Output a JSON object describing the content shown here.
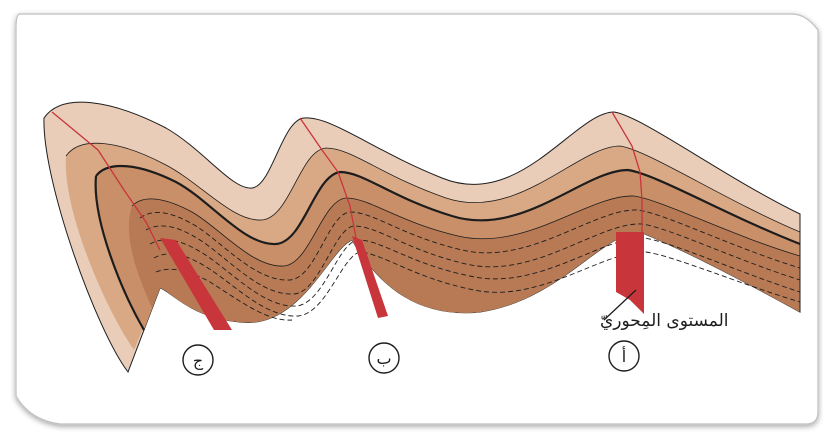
{
  "diagram": {
    "axial_plane_label": "المستوى المِحوريّ",
    "panels": [
      {
        "id": "a",
        "label": "أ"
      },
      {
        "id": "b",
        "label": "ب"
      },
      {
        "id": "c",
        "label": "ج"
      }
    ]
  },
  "colors": {
    "outer_layer": "#e9cdb9",
    "outer_layer_2": "#d9a986",
    "core_layer": "#c98f69",
    "inner_layer": "#b77a55",
    "axial_plane": "#c8353b",
    "outline": "#1d1d1d",
    "frame_stroke": "#9a9a9a"
  }
}
